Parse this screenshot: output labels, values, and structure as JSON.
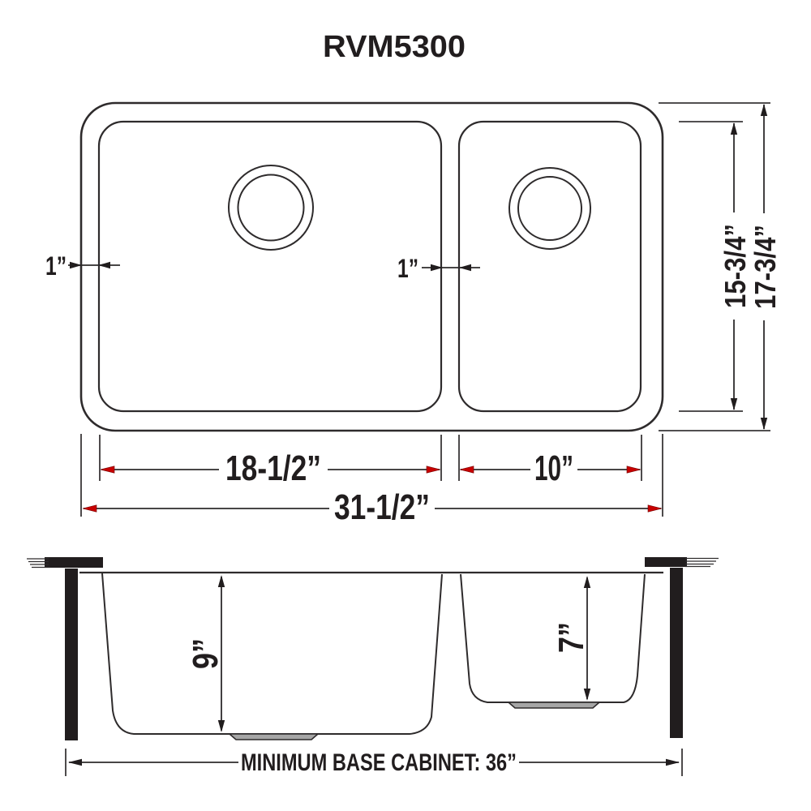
{
  "title": "RVM5300",
  "top_view": {
    "rim_width_left": "1”",
    "divider_width": "1”",
    "left_bowl_width": "18-1/2”",
    "right_bowl_width": "10”",
    "overall_width": "31-1/2”",
    "bowl_depth": "15-3/4”",
    "overall_depth": "17-3/4”"
  },
  "side_view": {
    "left_bowl_depth": "9”",
    "right_bowl_depth": "7”",
    "base_cabinet_note": "MINIMUM BASE CABINET: 36”"
  },
  "colors": {
    "line": "#2e2b2c",
    "solid_black": "#211d1e",
    "accent_red": "#c80000",
    "drain_gray": "#a6a6a6",
    "background": "#ffffff"
  }
}
